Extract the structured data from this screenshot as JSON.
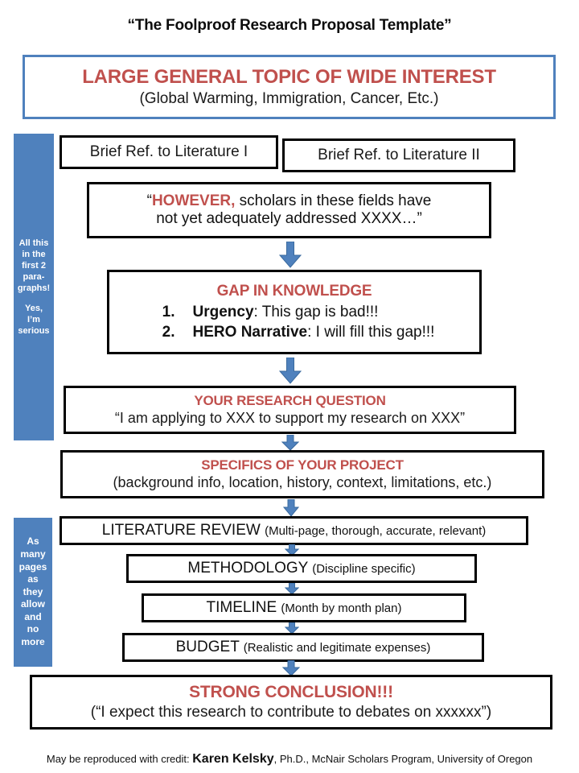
{
  "title": "“The Foolproof Research Proposal Template”",
  "colors": {
    "accent_red": "#C0504D",
    "accent_blue": "#4F81BD",
    "box_border": "#000000",
    "background": "#FFFFFF"
  },
  "topic_box": {
    "heading": "LARGE GENERAL TOPIC OF WIDE INTEREST",
    "subtext": "(Global Warming, Immigration, Cancer, Etc.)"
  },
  "lit_refs": {
    "first": "Brief Ref. to Literature I",
    "second": "Brief Ref. to Literature II"
  },
  "however_box": {
    "open_quote": "“",
    "emphasis": "HOWEVER,",
    "line1_rest": " scholars in these fields have",
    "line2": "not yet adequately addressed XXXX…”"
  },
  "gap_box": {
    "heading": "GAP IN KNOWLEDGE",
    "items": [
      {
        "num": "1.",
        "strong": "Urgency",
        "rest": ":  This gap is bad!!!"
      },
      {
        "num": "2.",
        "strong": "HERO Narrative",
        "rest": ": I will fill this gap!!!"
      }
    ]
  },
  "research_question_box": {
    "heading": "YOUR RESEARCH QUESTION",
    "subtext": "“I am applying to XXX to support my research on XXX”"
  },
  "specifics_box": {
    "heading": "SPECIFICS OF YOUR PROJECT",
    "subtext": "(background info, location, history, context, limitations, etc.)"
  },
  "sections": [
    {
      "name": "LITERATURE REVIEW ",
      "detail": "(Multi-page, thorough, accurate, relevant)"
    },
    {
      "name": "METHODOLOGY ",
      "detail": "(Discipline specific)"
    },
    {
      "name": "TIMELINE ",
      "detail": "(Month by month plan)"
    },
    {
      "name": "BUDGET ",
      "detail": "(Realistic and legitimate expenses)"
    }
  ],
  "conclusion_box": {
    "heading": "STRONG CONCLUSION!!!",
    "subtext": "(“I expect this research to contribute to debates on xxxxxx”)"
  },
  "sidebar_top": {
    "lines": [
      "All this",
      "in the",
      "first 2",
      "para-",
      "graphs!"
    ],
    "lines2": [
      "Yes,",
      "I’m",
      "serious"
    ]
  },
  "sidebar_bottom": {
    "lines": [
      "As",
      "many",
      "pages",
      "as",
      "they",
      "allow",
      "and",
      "no",
      "more"
    ]
  },
  "footer": {
    "prefix": "May be reproduced with credit: ",
    "name": "Karen Kelsky",
    "suffix": ", Ph.D., McNair Scholars Program, University of Oregon"
  },
  "icons": {
    "arrow": "down-arrow-icon"
  }
}
